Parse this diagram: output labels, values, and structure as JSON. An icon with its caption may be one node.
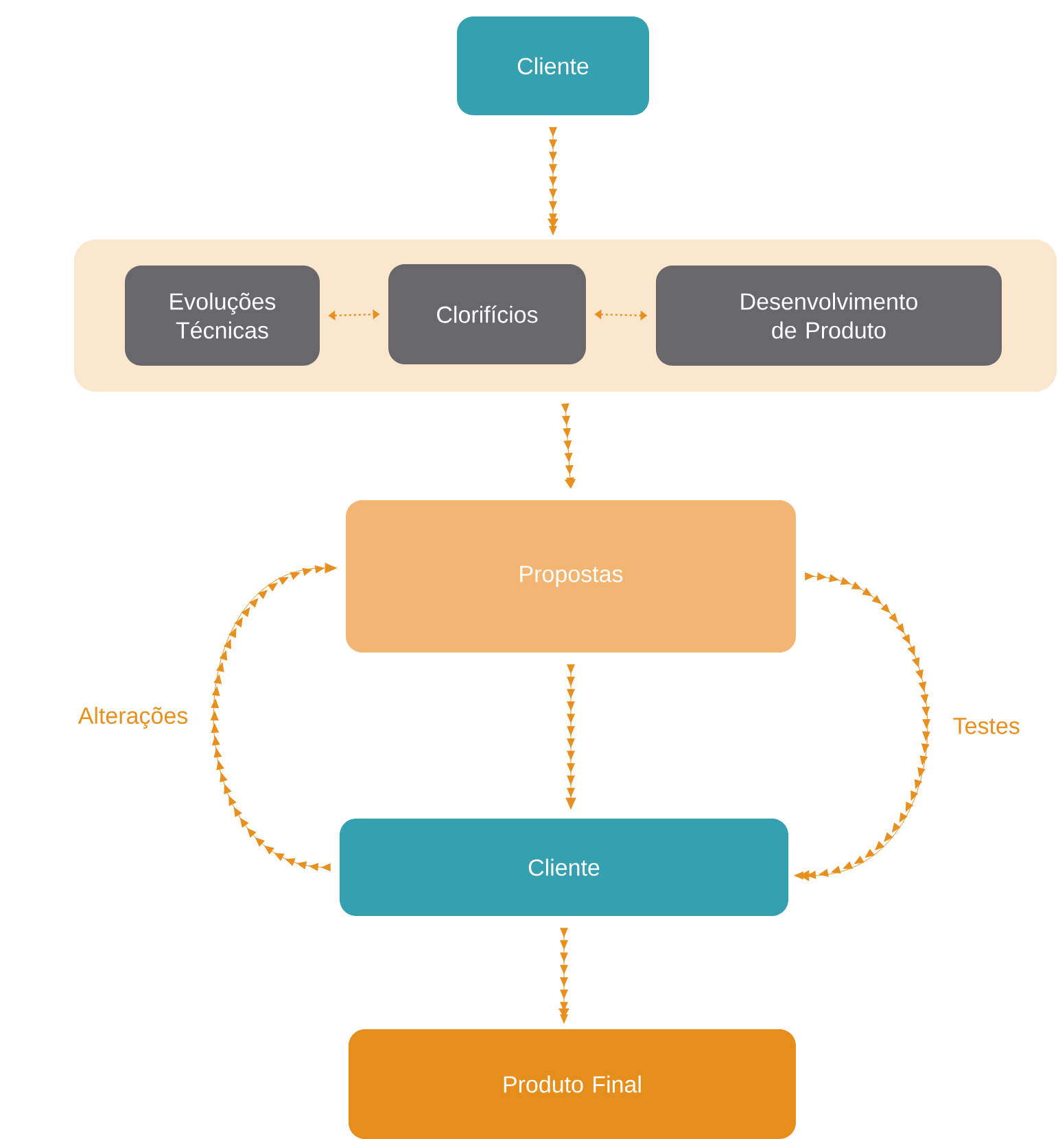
{
  "diagram": {
    "nodes": [
      {
        "text": [
          "Cliente"
        ]
      },
      {
        "text": [],
        "shape": "box"
      },
      {
        "text": [
          "Evoluções Técnicas"
        ],
        "in": 1
      },
      {
        "text": [
          "Clorifícios"
        ],
        "in": 1
      },
      {
        "text": [
          "Desenvolvimento de Produto"
        ],
        "in": 1
      },
      {
        "text": [
          "Propostas"
        ]
      },
      {
        "text": [
          "Cliente"
        ]
      },
      {
        "text": [
          "Produto Final"
        ]
      }
    ],
    "edges": [
      {
        "from": 0,
        "to": 1,
        "arrow": "to"
      },
      {
        "from": 2,
        "to": 3,
        "arrow": "both",
        "style": "dashed"
      },
      {
        "from": 3,
        "to": 4,
        "arrow": "both",
        "style": "dashed"
      },
      {
        "from": 1,
        "to": 5,
        "arrow": "to"
      },
      {
        "from": 5,
        "to": 6,
        "arrow": "to"
      },
      {
        "from": 6,
        "to": 5,
        "arrow": "to",
        "label": "Alterações"
      },
      {
        "from": 5,
        "to": 6,
        "arrow": "to",
        "label": "Testes"
      },
      {
        "from": 6,
        "to": 7,
        "arrow": "to"
      }
    ]
  }
}
